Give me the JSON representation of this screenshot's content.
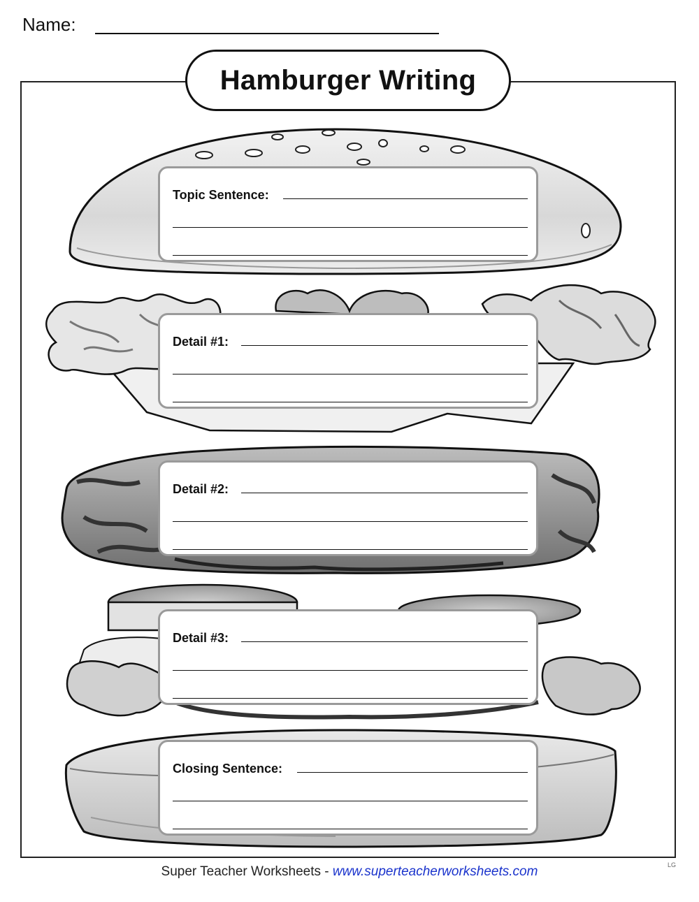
{
  "header": {
    "name_label": "Name:"
  },
  "title": "Hamburger Writing",
  "sections": [
    {
      "label": "Topic Sentence:"
    },
    {
      "label": "Detail #1:"
    },
    {
      "label": "Detail #2:"
    },
    {
      "label": "Detail #3:"
    },
    {
      "label": "Closing Sentence:"
    }
  ],
  "footer": {
    "publisher": "Super Teacher Worksheets - ",
    "url": "www.superteacherworksheets.com",
    "initials": "LG"
  },
  "icons": [
    "hamburger-illustration"
  ]
}
